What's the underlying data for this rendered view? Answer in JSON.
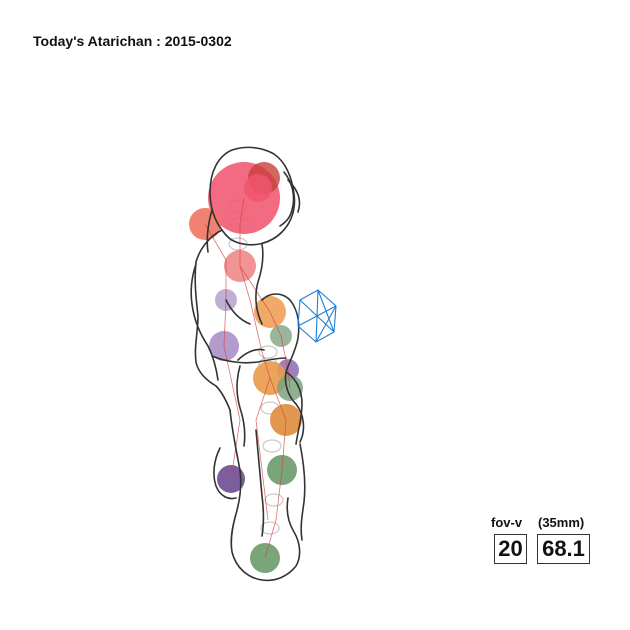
{
  "header": {
    "title": "Today's Atarichan : 2015-0302"
  },
  "camera": {
    "fov_label": "fov-v",
    "lens_label": "(35mm)",
    "fov_value": "20",
    "lens_value": "68.1"
  },
  "colors": {
    "outline": "#333333",
    "gizmo": "#1f7fd6",
    "skeleton": "#d94040",
    "joint_ring": "#c9c9c9",
    "head": "#f0566e",
    "head_dark": "#c8403c",
    "hand_left": "#ef7462",
    "chest": "#f0888a",
    "shoulder_r": "#f0a058",
    "elbow_l": "#b6a0cc",
    "forearm_l": "#a68ac4",
    "hip_r": "#e99a4a",
    "purple_r": "#8e6ab4",
    "green_a": "#8aa88a",
    "green_b": "#7ea27e",
    "knee_r": "#de8c3a",
    "calf_r": "#6c9a6c",
    "foot_r": "#6b9a6b",
    "hand_low_l": "#6e4c94"
  }
}
